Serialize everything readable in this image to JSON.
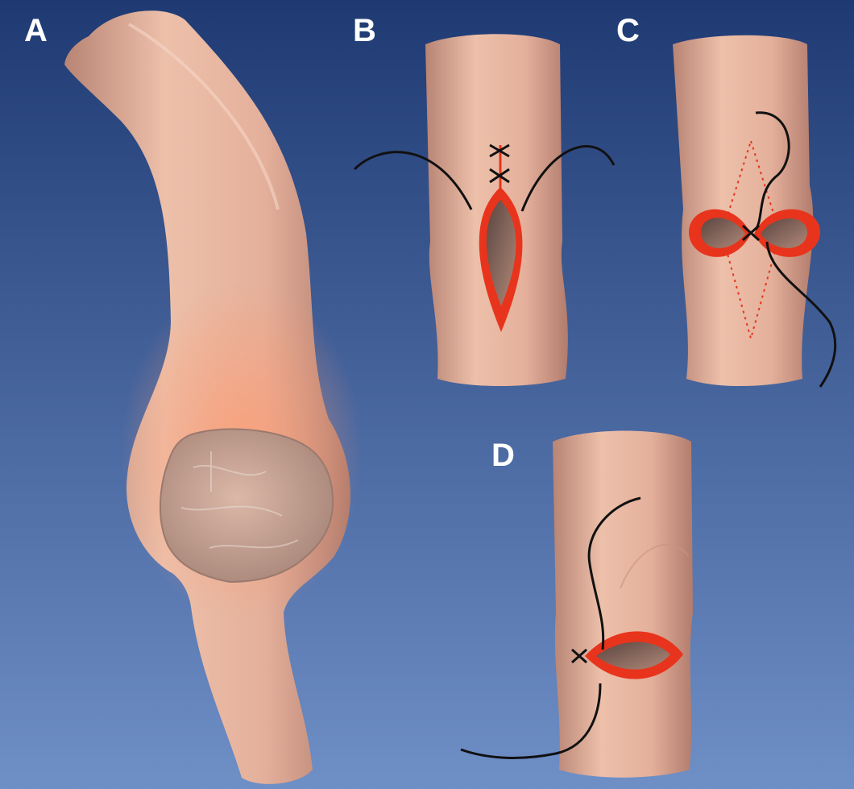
{
  "panels": {
    "a": {
      "label": "A"
    },
    "b": {
      "label": "B"
    },
    "c": {
      "label": "C"
    },
    "d": {
      "label": "D"
    }
  },
  "colors": {
    "background_top": "#1f3a73",
    "background_bottom": "#6f8fc7",
    "vessel": "#e8b49e",
    "incision_red": "#e8341c",
    "suture": "#111111",
    "plaque": "#c9a291"
  }
}
